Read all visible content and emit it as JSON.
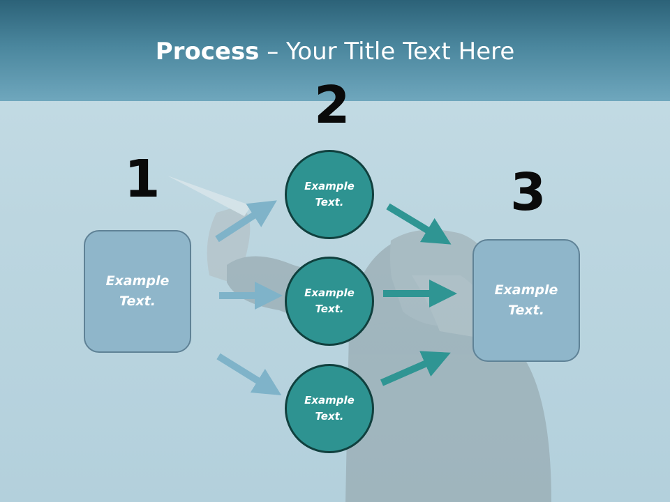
{
  "title": {
    "bold": "Process",
    "rest": " – Your Title Text Here"
  },
  "steps": {
    "one": "1",
    "two": "2",
    "three": "3"
  },
  "left_box": {
    "text": "Example\nText."
  },
  "right_box": {
    "text": "Example\nText."
  },
  "circles": [
    {
      "text": "Example\nText."
    },
    {
      "text": "Example\nText."
    },
    {
      "text": "Example\nText."
    }
  ],
  "colors": {
    "title_bar": "#3f7b93",
    "box_fill": "#8fb6ca",
    "circle_fill": "#2e9391",
    "arrow_left": "#7fb3c9",
    "arrow_right": "#2f9593"
  }
}
